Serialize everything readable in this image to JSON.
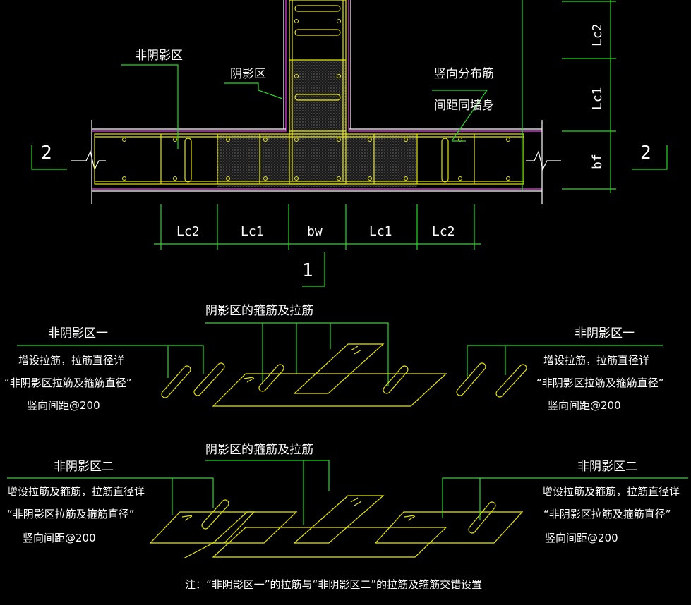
{
  "plan": {
    "label_non_shadow": "非阴影区",
    "label_shadow": "阴影区",
    "label_vertical_bar_1": "竖向分布筋",
    "label_vertical_bar_2": "间距同墙身",
    "section_left": "2",
    "section_right": "2",
    "section_bottom": "1",
    "dims_bottom": [
      "Lc2",
      "Lc1",
      "bw",
      "Lc1",
      "Lc2"
    ],
    "dims_right": [
      "Lc2",
      "Lc1",
      "bf"
    ]
  },
  "detail_one": {
    "title": "阴影区的箍筋及拉筋",
    "left_title": "非阴影区一",
    "left_note_1": "增设拉筋，拉筋直径详",
    "left_note_2": "“非阴影区拉筋及箍筋直径”",
    "left_note_3": "竖向间距@200",
    "right_title": "非阴影区一",
    "right_note_1": "增设拉筋，拉筋直径详",
    "right_note_2": "“非阴影区拉筋及箍筋直径”",
    "right_note_3": "竖向间距@200"
  },
  "detail_two": {
    "title": "阴影区的箍筋及拉筋",
    "left_title": "非阴影区二",
    "left_note_1": "增设拉筋及箍筋，拉筋直径详",
    "left_note_2": "“非阴影区拉筋及箍筋直径”",
    "left_note_3": "竖向间距@200",
    "right_title": "非阴影区二",
    "right_note_1": "增设拉筋及箍筋，拉筋直径详",
    "right_note_2": "“非阴影区拉筋及箍筋直径”",
    "right_note_3": "竖向间距@200"
  },
  "note": "注：“非阴影区一”的拉筋与“非阴影区二”的拉筋及箍筋交错设置",
  "colors": {
    "background": "#000000",
    "leader": "#22dd22",
    "rebar": "#e6e600",
    "wall_edge": "#cc33cc",
    "text": "#ffffff"
  }
}
